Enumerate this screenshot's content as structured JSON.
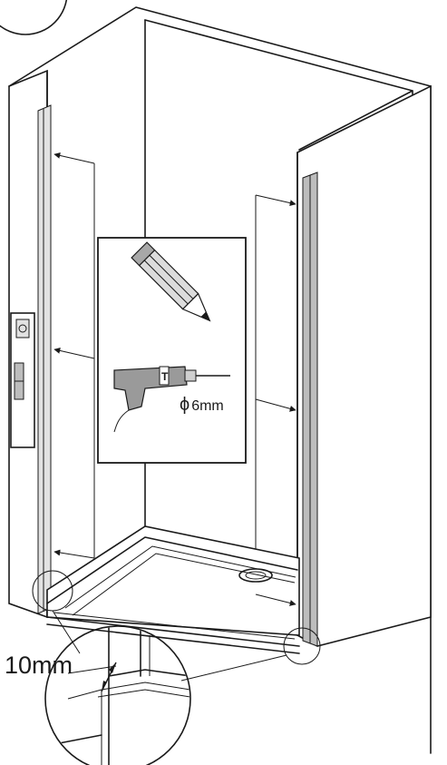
{
  "labels": {
    "drill_diameter": "6mm",
    "diameter_symbol": "ϕ",
    "gap": "10mm"
  },
  "colors": {
    "line": "#1a1a1a",
    "tool_grey": "#9a9a9a",
    "profile_grey": "#bdbdbd",
    "background": "#ffffff"
  },
  "icons": [
    "pencil-icon",
    "drill-icon",
    "spirit-level-icon",
    "arrow-icon",
    "magnifier-circle-icon"
  ]
}
